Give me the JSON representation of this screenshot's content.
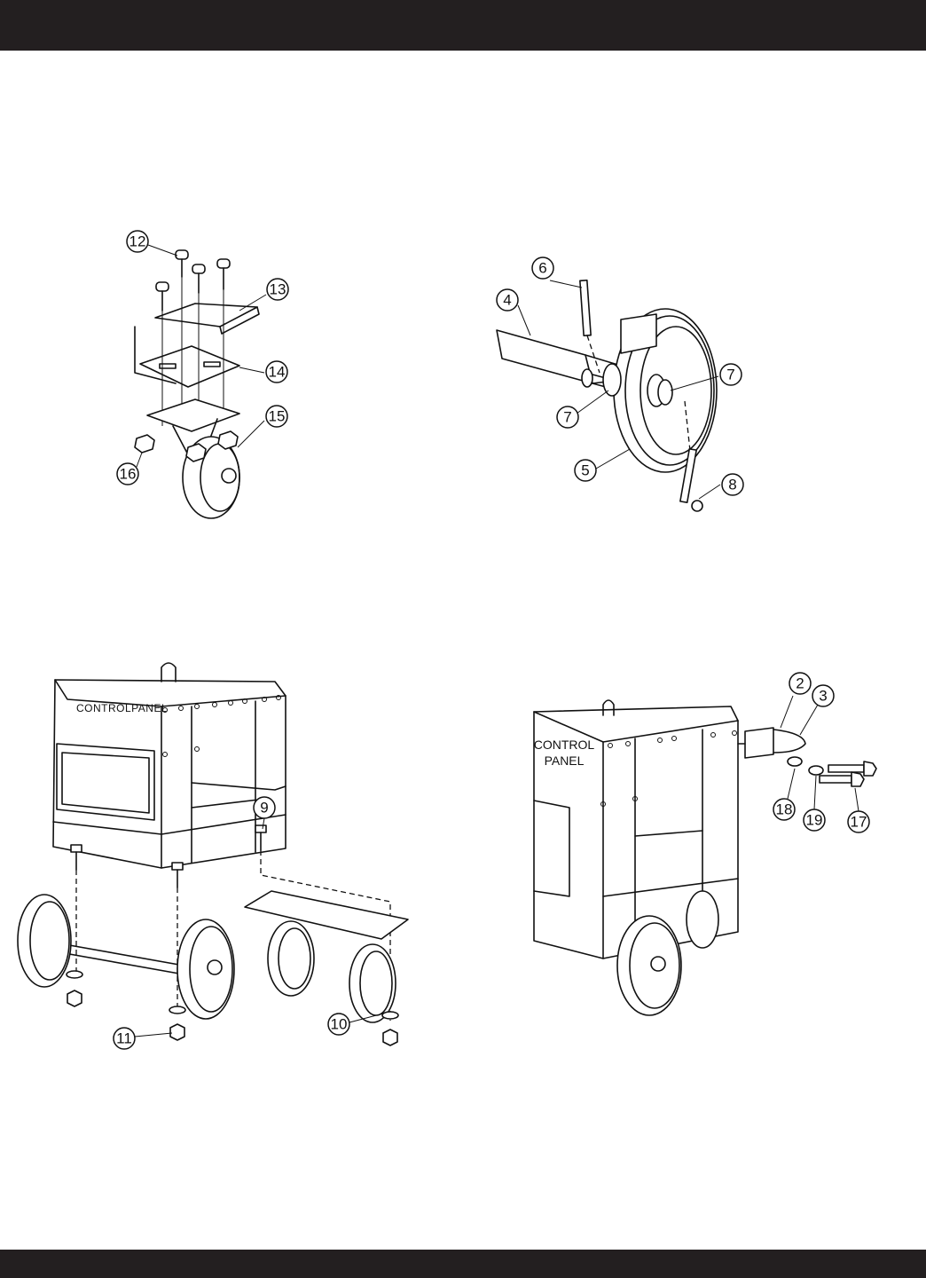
{
  "figures": {
    "caster_assembly": {
      "callouts": [
        "12",
        "13",
        "14",
        "15",
        "16"
      ]
    },
    "wheel_axle": {
      "callouts": [
        "6",
        "4",
        "7",
        "7",
        "5",
        "8"
      ]
    },
    "cart_mount": {
      "panel_label": "CONTROLPANEL",
      "callouts": [
        "9",
        "11",
        "10"
      ]
    },
    "handle_mount": {
      "panel_label_line1": "CONTROL",
      "panel_label_line2": "PANEL",
      "callouts": [
        "2",
        "3",
        "18",
        "19",
        "17"
      ]
    }
  }
}
